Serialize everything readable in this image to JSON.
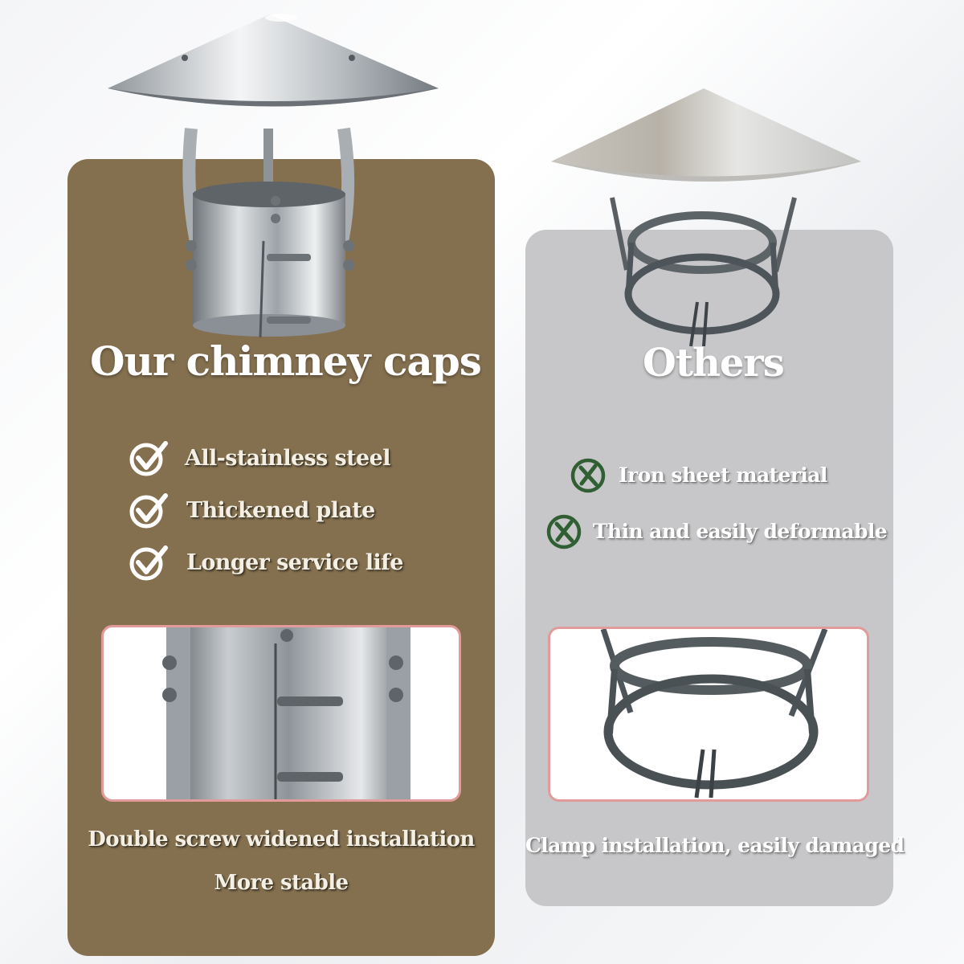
{
  "ours": {
    "title": "Our chimney caps",
    "features": [
      {
        "label": "All-stainless steel",
        "icon": "check-icon"
      },
      {
        "label": "Thickened plate",
        "icon": "check-icon"
      },
      {
        "label": "Longer service life",
        "icon": "check-icon"
      }
    ],
    "caption_line1": "Double screw widened installation",
    "caption_line2": "More stable",
    "panel_color": "#84704f"
  },
  "others": {
    "title": "Others",
    "features": [
      {
        "label": "Iron sheet material",
        "icon": "cross-icon"
      },
      {
        "label": "Thin and easily deformable",
        "icon": "cross-icon"
      }
    ],
    "caption": "Clamp installation, easily damaged",
    "panel_color": "#c7c7c9",
    "icon_color": "#2f5f32"
  },
  "detail_border_color": "#e39a9a"
}
